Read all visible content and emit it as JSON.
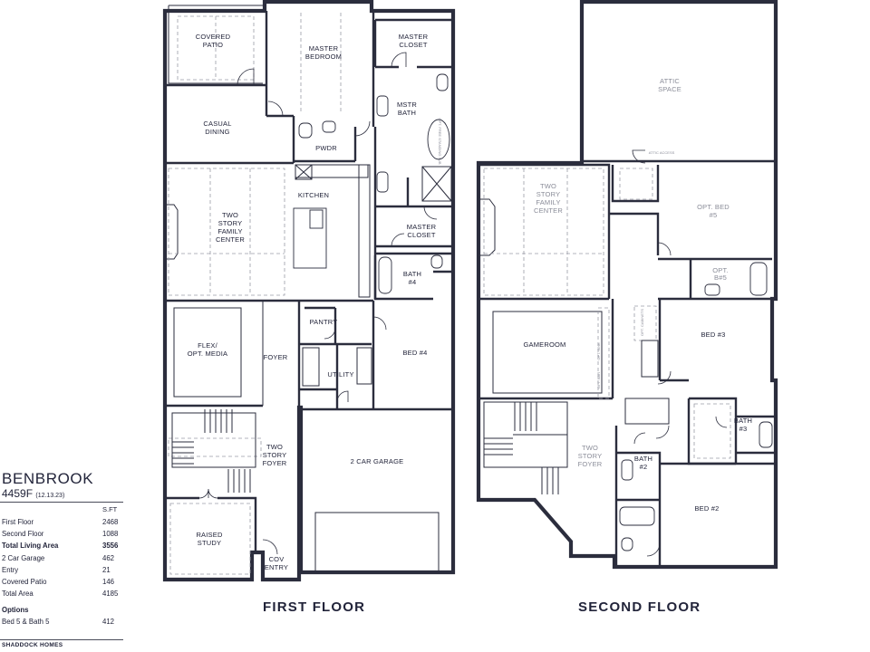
{
  "plan": {
    "name": "BENBROOK",
    "number": "4459F",
    "date": "(12.13.23)",
    "sft_header": "S.FT",
    "areas": [
      {
        "label": "First Floor",
        "value": "2468",
        "bold": false
      },
      {
        "label": "Second Floor",
        "value": "1088",
        "bold": false
      },
      {
        "label": "Total Living Area",
        "value": "3556",
        "bold": true
      },
      {
        "label": "2 Car Garage",
        "value": "462",
        "bold": false
      },
      {
        "label": "Entry",
        "value": "21",
        "bold": false
      },
      {
        "label": "Covered Patio",
        "value": "146",
        "bold": false
      },
      {
        "label": "Total Area",
        "value": "4185",
        "bold": false
      }
    ],
    "options_title": "Options",
    "options": [
      {
        "label": "Bed 5 & Bath 5",
        "value": "412"
      }
    ],
    "builder": "SHADDOCK HOMES"
  },
  "floors": {
    "first": "FIRST FLOOR",
    "second": "SECOND FLOOR"
  },
  "rooms_first": {
    "covered_patio": [
      "COVERED",
      "PATIO"
    ],
    "master_bedroom": [
      "MASTER",
      "BEDROOM"
    ],
    "master_closet_top": [
      "MASTER",
      "CLOSET"
    ],
    "casual_dining": [
      "CASUAL",
      "DINING"
    ],
    "mstr_bath": [
      "MSTR",
      "BATH"
    ],
    "pwdr": "PWDR",
    "opt_tub": "OPT. FREE STANDING TUB",
    "kitchen": "KITCHEN",
    "family_center": [
      "TWO",
      "STORY",
      "FAMILY",
      "CENTER"
    ],
    "master_closet_bottom": [
      "MASTER",
      "CLOSET"
    ],
    "bath4": [
      "BATH",
      "#4"
    ],
    "pantry": "PANTRY",
    "flex": [
      "FLEX/",
      "OPT. MEDIA"
    ],
    "foyer": "FOYER",
    "bed4": "BED #4",
    "utility": "UTILITY",
    "two_story_foyer": [
      "TWO",
      "STORY",
      "FOYER"
    ],
    "garage": "2 CAR GARAGE",
    "raised_study": [
      "RAISED",
      "STUDY"
    ],
    "cov_entry": [
      "COV",
      "ENTRY"
    ]
  },
  "rooms_second": {
    "attic": [
      "ATTIC",
      "SPACE"
    ],
    "attic_access": "ATTIC ACCESS",
    "family_center": [
      "TWO",
      "STORY",
      "FAMILY",
      "CENTER"
    ],
    "opt_bed5": [
      "OPT. BED",
      "#5"
    ],
    "opt_bath5": [
      "OPT.",
      "B#5"
    ],
    "gameroom": "GAMEROOM",
    "opt_cabinets": "OPT. CABINETS",
    "opt_bar": "OPT. BAR",
    "opt_sink": "OPT. SINK",
    "bed3": "BED #3",
    "bath3": [
      "BATH",
      "#3"
    ],
    "two_story_foyer": [
      "TWO",
      "STORY",
      "FOYER"
    ],
    "bath2": [
      "BATH",
      "#2"
    ],
    "bed2": "BED #2"
  }
}
